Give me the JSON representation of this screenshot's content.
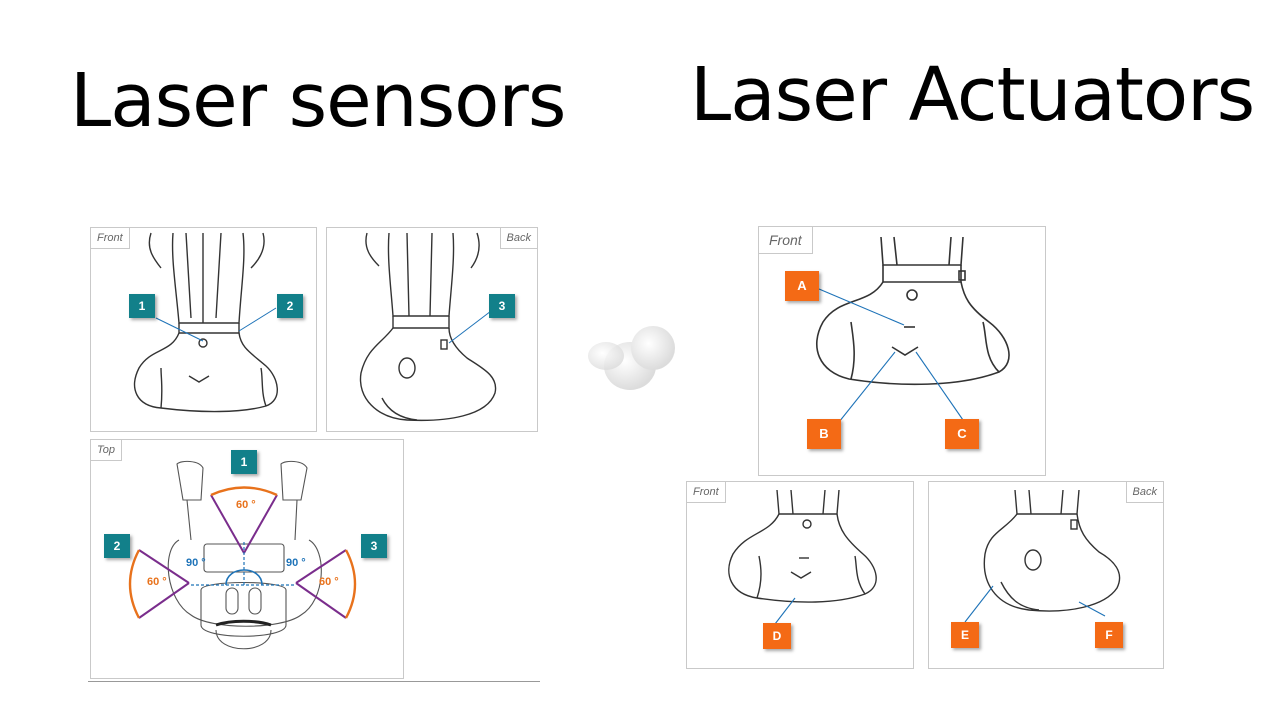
{
  "titles": {
    "left": "Laser sensors",
    "right": "Laser Actuators"
  },
  "sensors": {
    "front": {
      "view_label": "Front",
      "badges": [
        "1",
        "2"
      ]
    },
    "back": {
      "view_label": "Back",
      "badges": [
        "3"
      ]
    },
    "top": {
      "view_label": "Top",
      "badges": [
        "1",
        "2",
        "3"
      ],
      "angles": {
        "front": "60 °",
        "left": "60 °",
        "right": "60 °",
        "left_inner": "90 °",
        "right_inner": "90 °"
      }
    }
  },
  "actuators": {
    "front_large": {
      "view_label": "Front",
      "badges": [
        "A",
        "B",
        "C"
      ]
    },
    "front_small": {
      "view_label": "Front",
      "badges": [
        "D"
      ]
    },
    "back_small": {
      "view_label": "Back",
      "badges": [
        "E",
        "F"
      ]
    }
  },
  "colors": {
    "sensor_badge": "#12808a",
    "actuator_badge": "#f46a15",
    "cone_line": "#7a2d8c",
    "cone_arc": "#e8721c",
    "detail_line": "#1e73b8"
  }
}
